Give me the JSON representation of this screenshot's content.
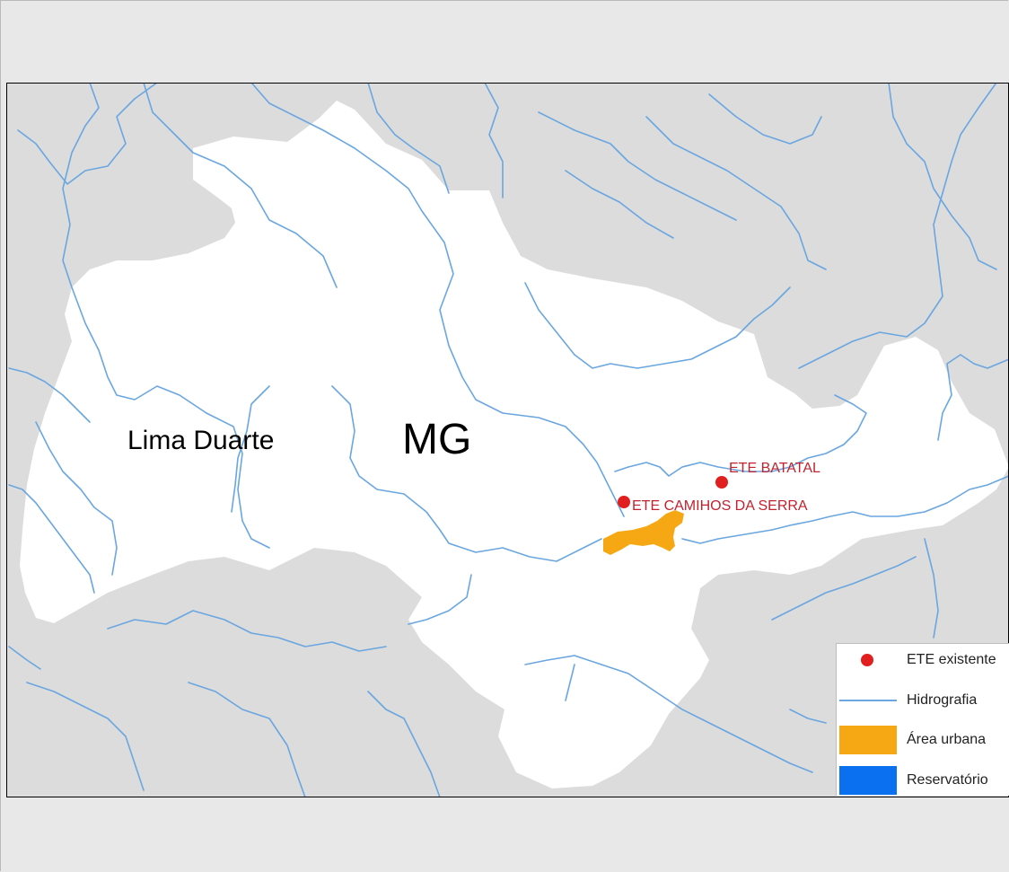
{
  "map": {
    "labels": {
      "municipality": "Lima Duarte",
      "state": "MG"
    },
    "points": [
      {
        "label": "ETE BATATAL"
      },
      {
        "label": "ETE CAMIHOS DA SERRA"
      }
    ],
    "colors": {
      "background": "#e8e8e8",
      "terrain": "#dcdcdc",
      "basin": "#ffffff",
      "river": "#6aa6e0",
      "urban": "#f5a813",
      "ete": "#e11f1f",
      "reservoir": "#0a70f0"
    }
  },
  "legend": {
    "items": [
      {
        "label": "ETE existente",
        "symbol": "dot",
        "color": "#e11f1f"
      },
      {
        "label": "Hidrografia",
        "symbol": "line",
        "color": "#6aa6e0"
      },
      {
        "label": "Área urbana",
        "symbol": "box",
        "color": "#f5a813"
      },
      {
        "label": "Reservatório",
        "symbol": "box",
        "color": "#0a70f0"
      }
    ]
  }
}
